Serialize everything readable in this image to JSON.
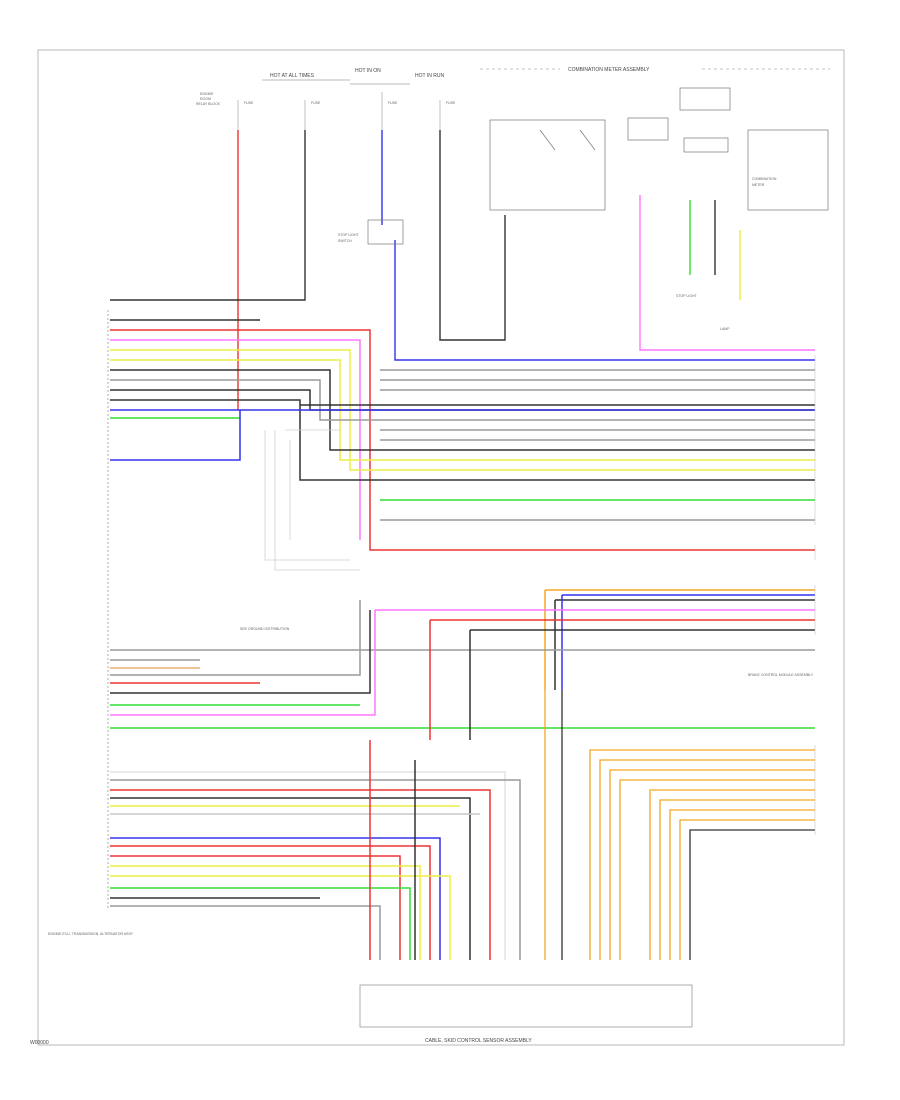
{
  "diagram": {
    "figure_id": "W00000",
    "components": {
      "top_right": "COMBINATION METER ASSEMBLY",
      "bottom": "CABLE, SKID CONTROL SENSOR ASSEMBLY",
      "left_module": "ENGINE ECU, TRANSMISSION, ALTERNATOR ASSY",
      "right_module": "BRAKE CONTROL MODULE ASSEMBLY",
      "top_fuse_1": "HOT AT ALL TIMES",
      "top_fuse_2": "HOT IN ON",
      "top_fuse_3": "HOT IN RUN",
      "wire_note": "SEE GROUND DISTRIBUTION"
    },
    "colors": {
      "red": "#ee3333",
      "pink": "#ff77ff",
      "blue": "#3333ee",
      "green": "#33dd33",
      "yellow": "#eeee44",
      "orange": "#f5a623",
      "tan": "#e8b070",
      "black": "#333333",
      "gray": "#9a9a9a",
      "lightgray": "#c8c8c8",
      "white": "#e4e4e4"
    }
  }
}
